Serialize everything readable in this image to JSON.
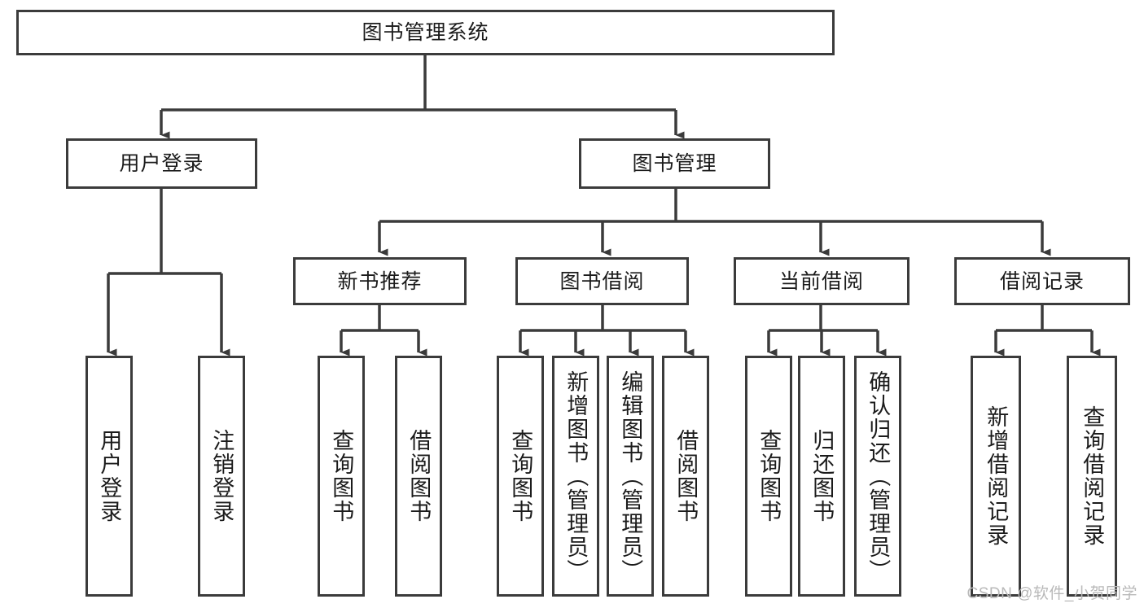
{
  "diagram": {
    "type": "tree",
    "title": "图书管理系统",
    "root": {
      "label": "图书管理系统"
    },
    "level2": [
      {
        "label": "用户登录"
      },
      {
        "label": "图书管理"
      }
    ],
    "level3": [
      {
        "label": "新书推荐"
      },
      {
        "label": "图书借阅"
      },
      {
        "label": "当前借阅"
      },
      {
        "label": "借阅记录"
      }
    ],
    "leaves": {
      "user_login": [
        {
          "label": "用户登录"
        },
        {
          "label": "注销登录"
        }
      ],
      "new_book_recommend": [
        {
          "label": "查询图书"
        },
        {
          "label": "借阅图书"
        }
      ],
      "book_borrow": [
        {
          "label": "查询图书"
        },
        {
          "label": "新增图书（管理员）"
        },
        {
          "label": "编辑图书（管理员）"
        },
        {
          "label": "借阅图书"
        }
      ],
      "current_borrow": [
        {
          "label": "查询图书"
        },
        {
          "label": "归还图书"
        },
        {
          "label": "确认归还（管理员）"
        }
      ],
      "borrow_record": [
        {
          "label": "新增借阅记录"
        },
        {
          "label": "查询借阅记录"
        }
      ]
    }
  },
  "watermark": {
    "text": "CSDN @软件_小贺同学"
  },
  "colors": {
    "border": "#3b3b3b",
    "background": "#ffffff",
    "text": "#1b1b1b",
    "watermark": "#b9b9b9"
  }
}
